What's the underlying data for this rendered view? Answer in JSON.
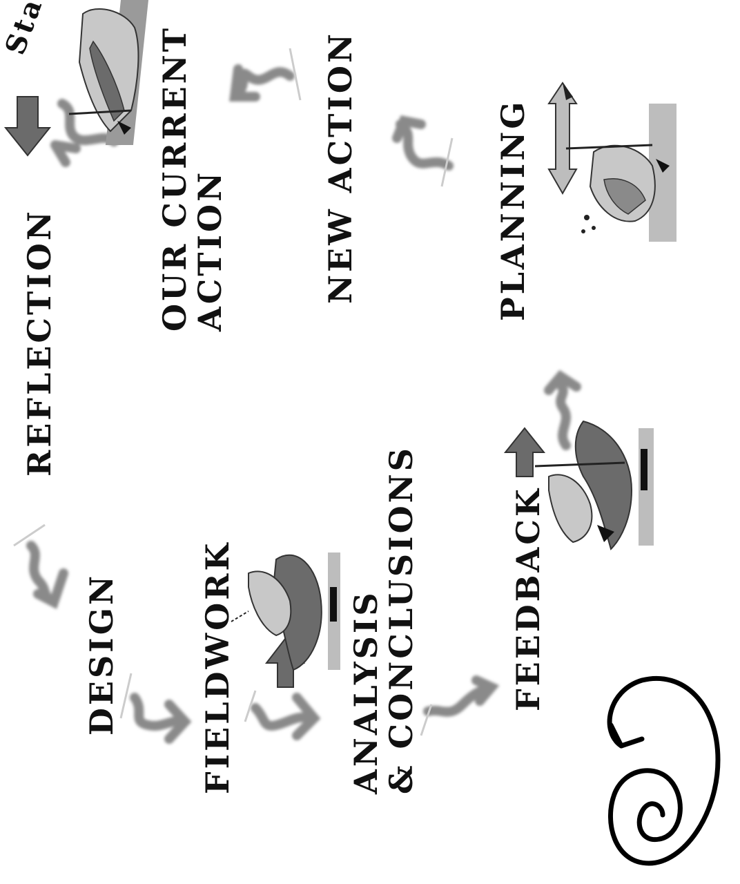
{
  "steps": {
    "reflection": "REFLECTION",
    "our_current_action_line1": "OUR CURRENT",
    "our_current_action_line2": "ACTION",
    "new_action": "NEW ACTION",
    "planning": "PLANNING",
    "design": "DESIGN",
    "fieldwork": "FIELDWORK",
    "analysis_line1": "ANALYSIS",
    "analysis_line2": "& CONCLUSIONS",
    "feedback": "FEEDBACK",
    "start_fragment": "Sta"
  },
  "colors": {
    "text": "#111111",
    "arrow": "#8a8a8a",
    "figure_dark": "#6b6b6b",
    "figure_light": "#c8c8c8",
    "spiral": "#000000"
  }
}
